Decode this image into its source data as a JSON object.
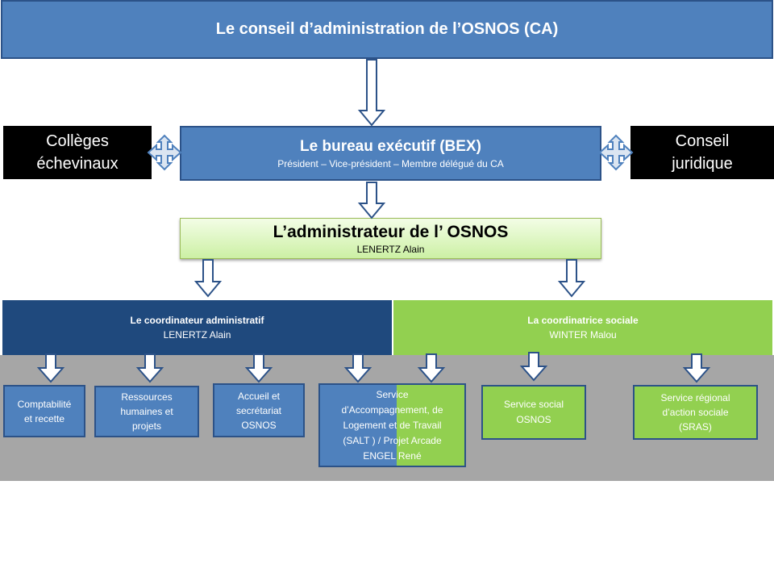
{
  "colors": {
    "blue": "#4f81bd",
    "blue_border": "#2c5288",
    "dark_blue": "#1f497d",
    "green": "#92d050",
    "black": "#000000",
    "light_green_top": "#f3fde6",
    "light_green_bottom": "#ccf0a4",
    "gray": "#a6a6a6"
  },
  "top": {
    "title": "Le conseil d’administration de l’OSNOS (CA)"
  },
  "left_box": {
    "line1": "Collèges",
    "line2": "échevinaux"
  },
  "right_box": {
    "line1": "Conseil",
    "line2": "juridique"
  },
  "bex": {
    "title": "Le bureau exécutif (BEX)",
    "subtitle": "Président – Vice-président – Membre délégué du CA"
  },
  "admin": {
    "title": "L’administrateur de  l’ OSNOS",
    "name": "LENERTZ Alain"
  },
  "coord_admin": {
    "title": "Le coordinateur administratif",
    "name": "LENERTZ Alain"
  },
  "coord_social": {
    "title": "La coordinatrice sociale",
    "name": "WINTER Malou"
  },
  "services": {
    "compta": [
      "Comptabilité",
      "et recette"
    ],
    "rh": [
      "Ressources",
      "humaines et",
      "projets"
    ],
    "accueil": [
      "Accueil et",
      "secrétariat",
      "OSNOS"
    ],
    "salt": [
      "Service",
      "d’Accompagnement, de",
      "Logement et de Travail",
      "(SALT ) / Projet Arcade",
      "ENGEL René"
    ],
    "social": [
      "Service social",
      "OSNOS"
    ],
    "sras": [
      "Service régional",
      "d’action sociale",
      "(SRAS)"
    ]
  }
}
